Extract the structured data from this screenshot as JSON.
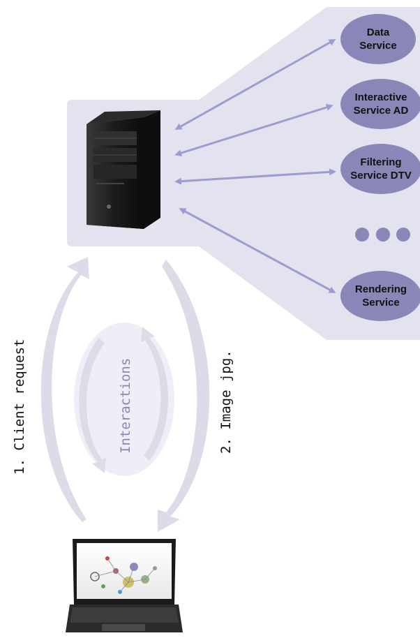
{
  "services": [
    {
      "line1": "Data",
      "line2": "Service"
    },
    {
      "line1": "Interactive",
      "line2": "Service AD"
    },
    {
      "line1": "Filtering",
      "line2": "Service DTV"
    },
    {
      "line1": "Rendering",
      "line2": "Service"
    }
  ],
  "labels": {
    "client_request": "1. Client request",
    "image_jpg": "2. Image jpg.",
    "interactions": "Interactions"
  },
  "colors": {
    "panel": "#e3e2ef",
    "service_ellipse": "#8a86b8",
    "arrow": "#9f9bd0",
    "flow_arrow": "#dcdbe8",
    "interaction_bubble": "#efeef6",
    "interaction_text": "#8a86b8"
  },
  "icons": {
    "server": "server-tower-icon",
    "client": "laptop-icon",
    "more": "ellipsis-dots-icon"
  }
}
